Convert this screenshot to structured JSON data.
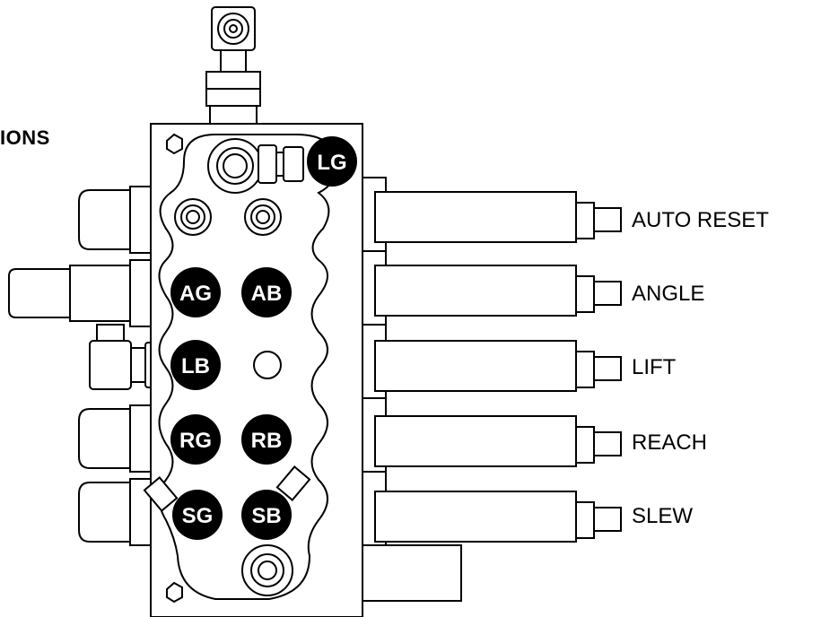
{
  "heading": "IONS",
  "ports": [
    {
      "id": "lg",
      "label": "LG"
    },
    {
      "id": "ag",
      "label": "AG"
    },
    {
      "id": "ab",
      "label": "AB"
    },
    {
      "id": "lb",
      "label": "LB"
    },
    {
      "id": "rg",
      "label": "RG"
    },
    {
      "id": "rb",
      "label": "RB"
    },
    {
      "id": "sg",
      "label": "SG"
    },
    {
      "id": "sb",
      "label": "SB"
    }
  ],
  "functions": [
    {
      "id": "auto-reset",
      "label": "AUTO RESET"
    },
    {
      "id": "angle",
      "label": "ANGLE"
    },
    {
      "id": "lift",
      "label": "LIFT"
    },
    {
      "id": "reach",
      "label": "REACH"
    },
    {
      "id": "slew",
      "label": "SLEW"
    }
  ],
  "colors": {
    "line": "#000000",
    "port_fill": "#000000",
    "port_text": "#ffffff",
    "background": "#ffffff"
  }
}
